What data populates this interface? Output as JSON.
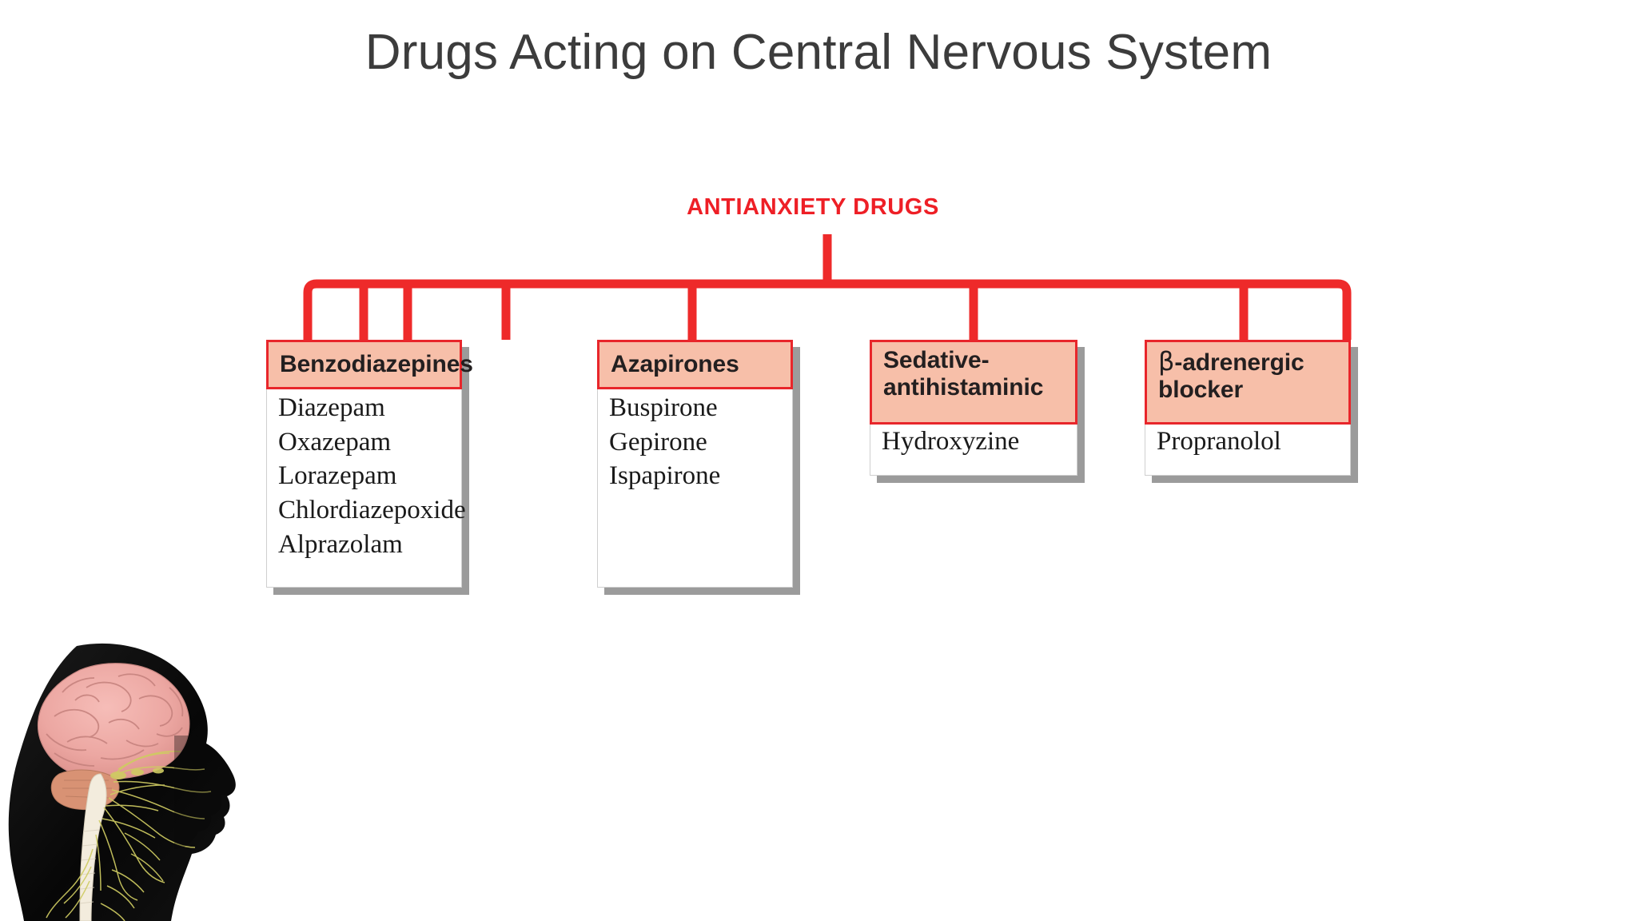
{
  "slide": {
    "title": "Drugs Acting on Central Nervous System",
    "root_label": "ANTIANXIETY DRUGS"
  },
  "colors": {
    "title_gray": "#3c3c3c",
    "accent_red": "#ee1f26",
    "connector_red": "#ee2a2a",
    "header_fill": "#f7bfa9",
    "header_border": "#e8262b",
    "body_fill": "#ffffff",
    "body_border": "#cfcfcf",
    "shadow_gray": "#9b9b9b",
    "brain_pink": "#eea4a0",
    "nerve_yellow": "#d9d46a",
    "silhouette_black": "#0d0d0d",
    "cord_cream": "#f2ece0"
  },
  "categories": [
    {
      "name": "benzodiazepines",
      "header": "Benzodiazepines",
      "header_lines": [
        "Benzodiazepines"
      ],
      "drugs": [
        "Diazepam",
        "Oxazepam",
        "Lorazepam",
        "Chlordiazepoxide",
        "Alprazolam"
      ]
    },
    {
      "name": "azapirones",
      "header": "Azapirones",
      "header_lines": [
        "Azapirones"
      ],
      "drugs": [
        "Buspirone",
        "Gepirone",
        "Ispapirone"
      ]
    },
    {
      "name": "sedative-antihistaminic",
      "header": "Sedative-antihistaminic",
      "header_lines": [
        "Sedative-",
        "antihistaminic"
      ],
      "drugs": [
        "Hydroxyzine"
      ]
    },
    {
      "name": "beta-adrenergic-blocker",
      "header": "β-adrenergic blocker",
      "header_beta": "β",
      "header_rest_line1": "-adrenergic",
      "header_line2": "blocker",
      "drugs": [
        "Propranolol"
      ]
    }
  ],
  "illustration": {
    "name": "human-head-brain-nervous-system",
    "description": "Black silhouette of a human head in right profile containing a pink brain, brainstem, cream spinal cord and yellow peripheral nerve branches"
  }
}
